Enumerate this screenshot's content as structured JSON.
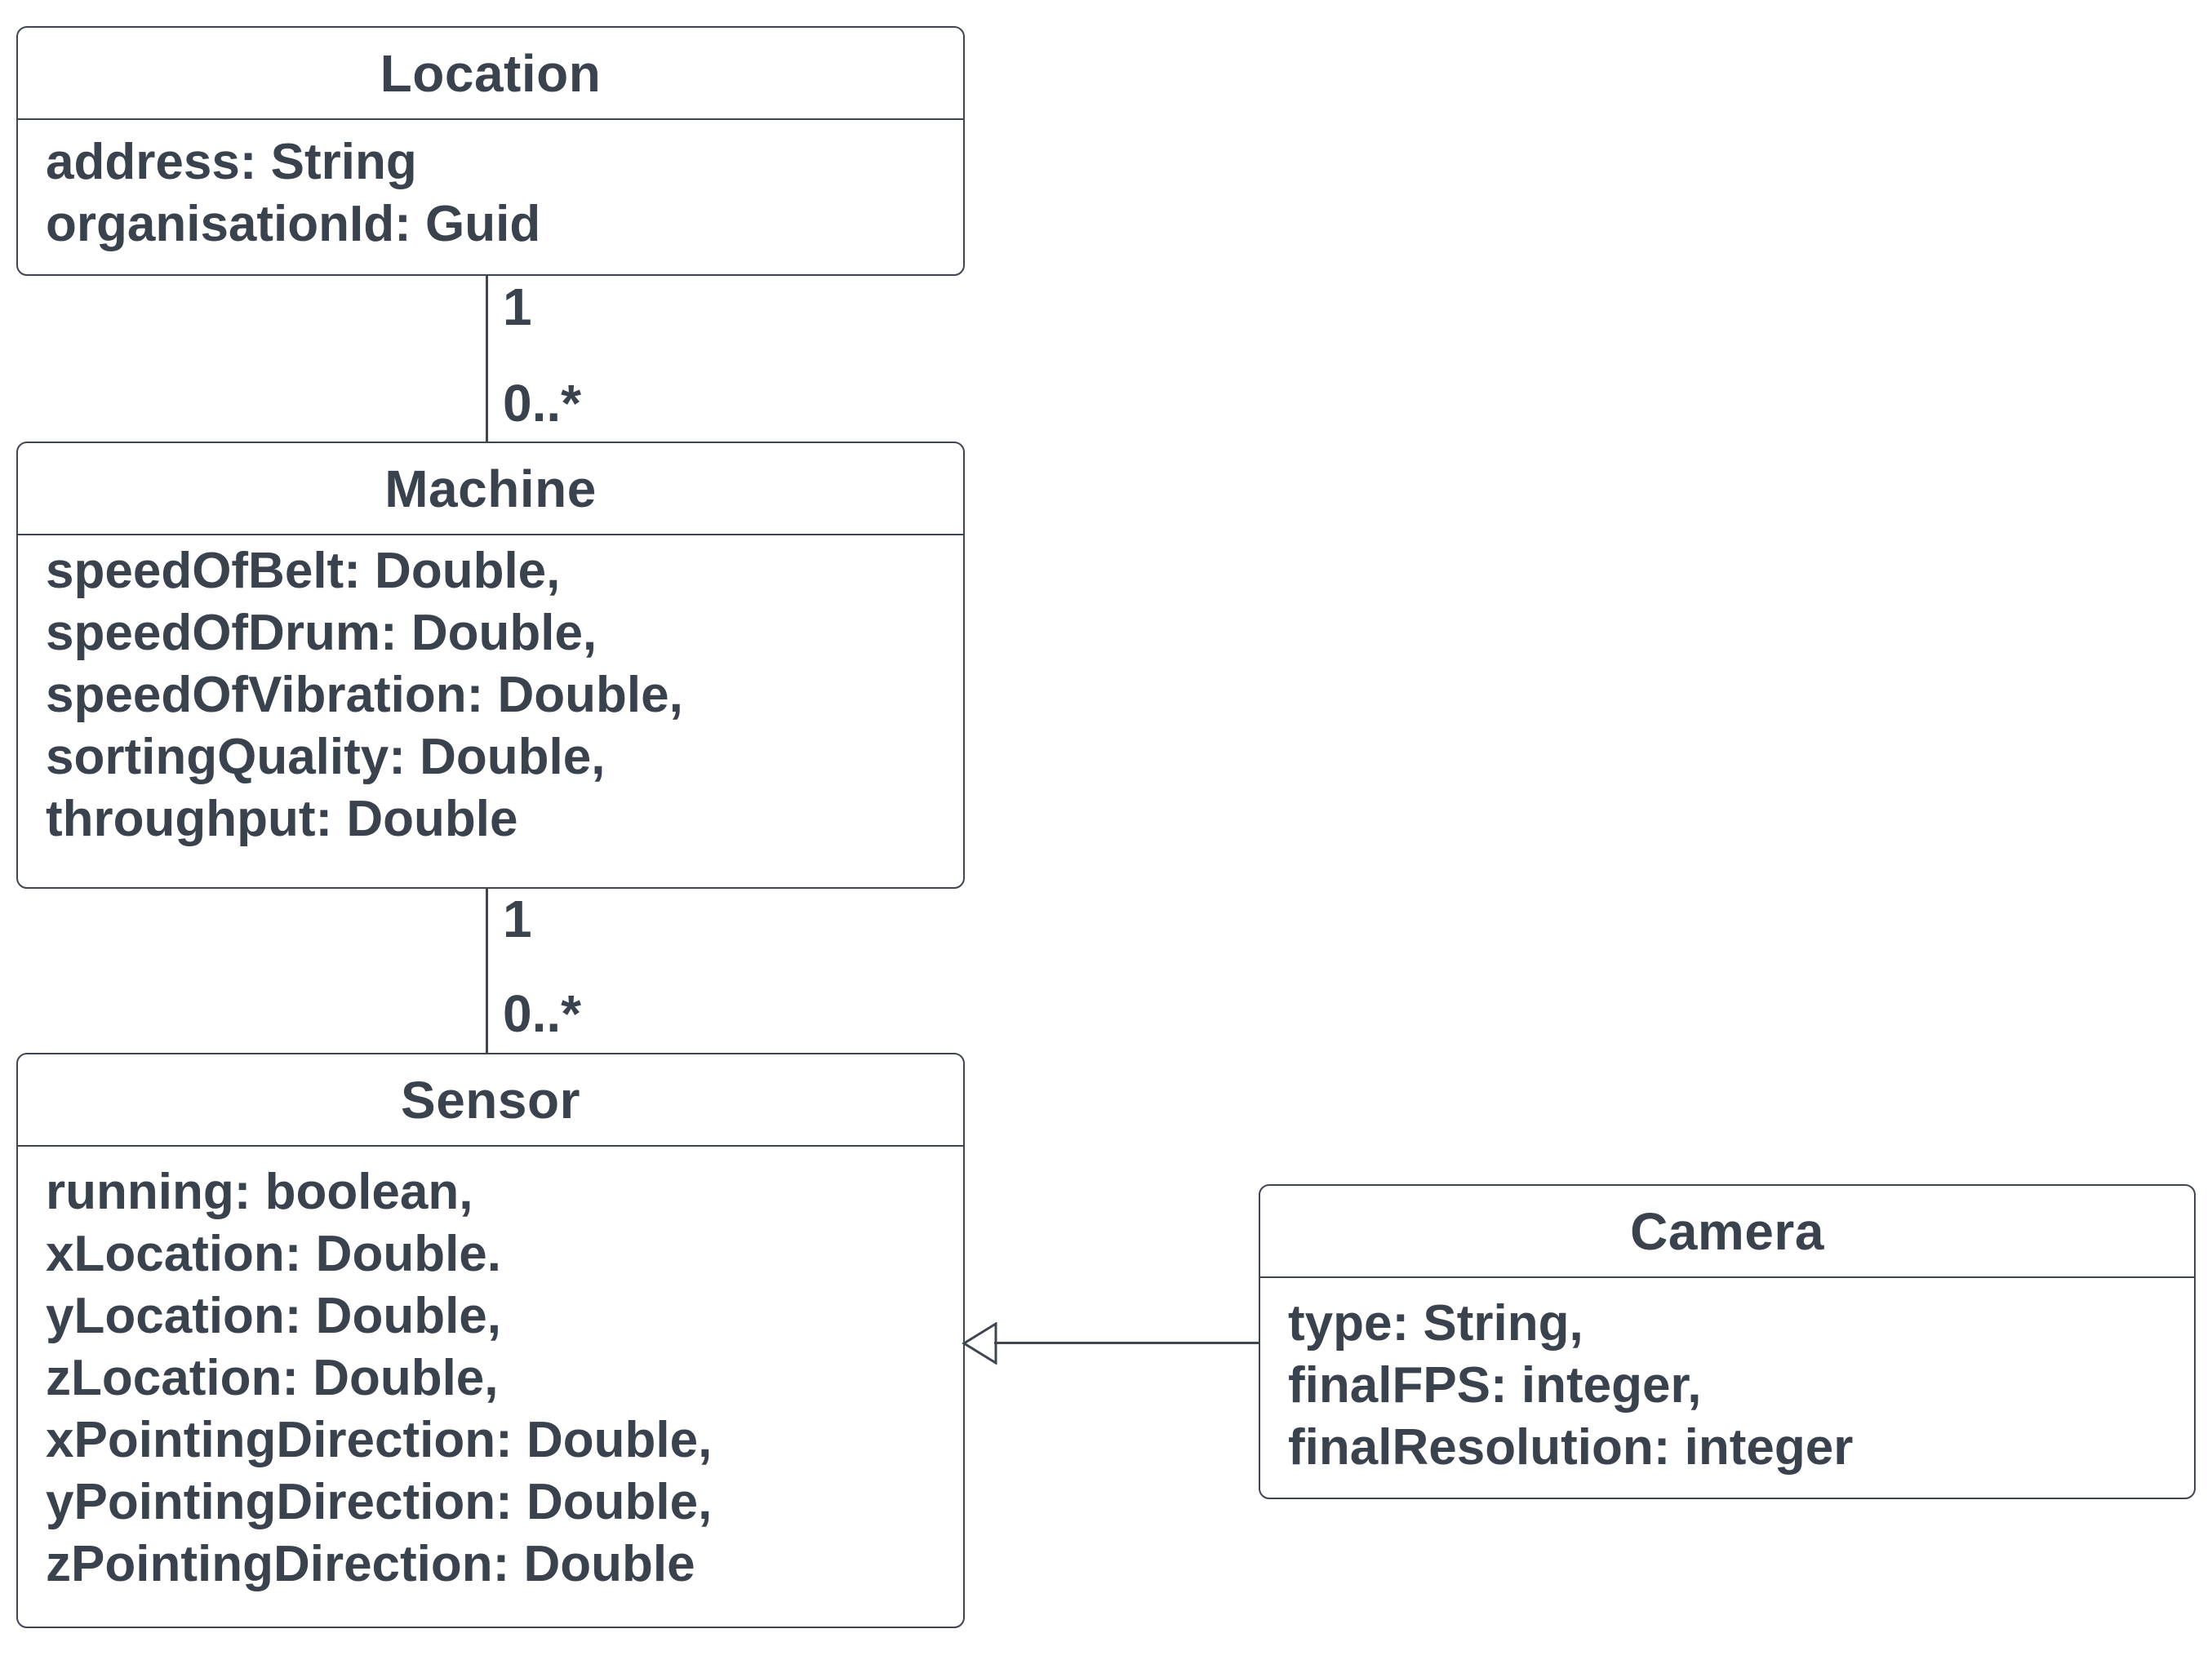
{
  "diagram": {
    "kind": "uml-class-diagram",
    "background_color": "#ffffff",
    "stroke_color": "#3f4651",
    "text_color": "#3a424d"
  },
  "classes": [
    {
      "name": "Location",
      "attributes": [
        "address: String",
        "organisationId: Guid"
      ]
    },
    {
      "name": "Machine",
      "attributes": [
        "speedOfBelt: Double,",
        "speedOfDrum: Double,",
        "speedOfVibration: Double,",
        "sortingQuality: Double,",
        "throughput: Double"
      ]
    },
    {
      "name": "Sensor",
      "attributes": [
        "running: boolean,",
        "xLocation: Double.",
        "yLocation: Double,",
        "zLocation: Double,",
        "xPointingDirection: Double,",
        "yPointingDirection: Double,",
        "zPointingDirection: Double"
      ]
    },
    {
      "name": "Camera",
      "attributes": [
        "type: String,",
        "finalFPS: integer,",
        "finalResolution: integer"
      ]
    }
  ],
  "relationships": [
    {
      "from": "Location",
      "to": "Machine",
      "type": "association",
      "source_multiplicity": "1",
      "target_multiplicity": "0..*"
    },
    {
      "from": "Machine",
      "to": "Sensor",
      "type": "association",
      "source_multiplicity": "1",
      "target_multiplicity": "0..*"
    },
    {
      "from": "Camera",
      "to": "Sensor",
      "type": "generalization"
    }
  ]
}
